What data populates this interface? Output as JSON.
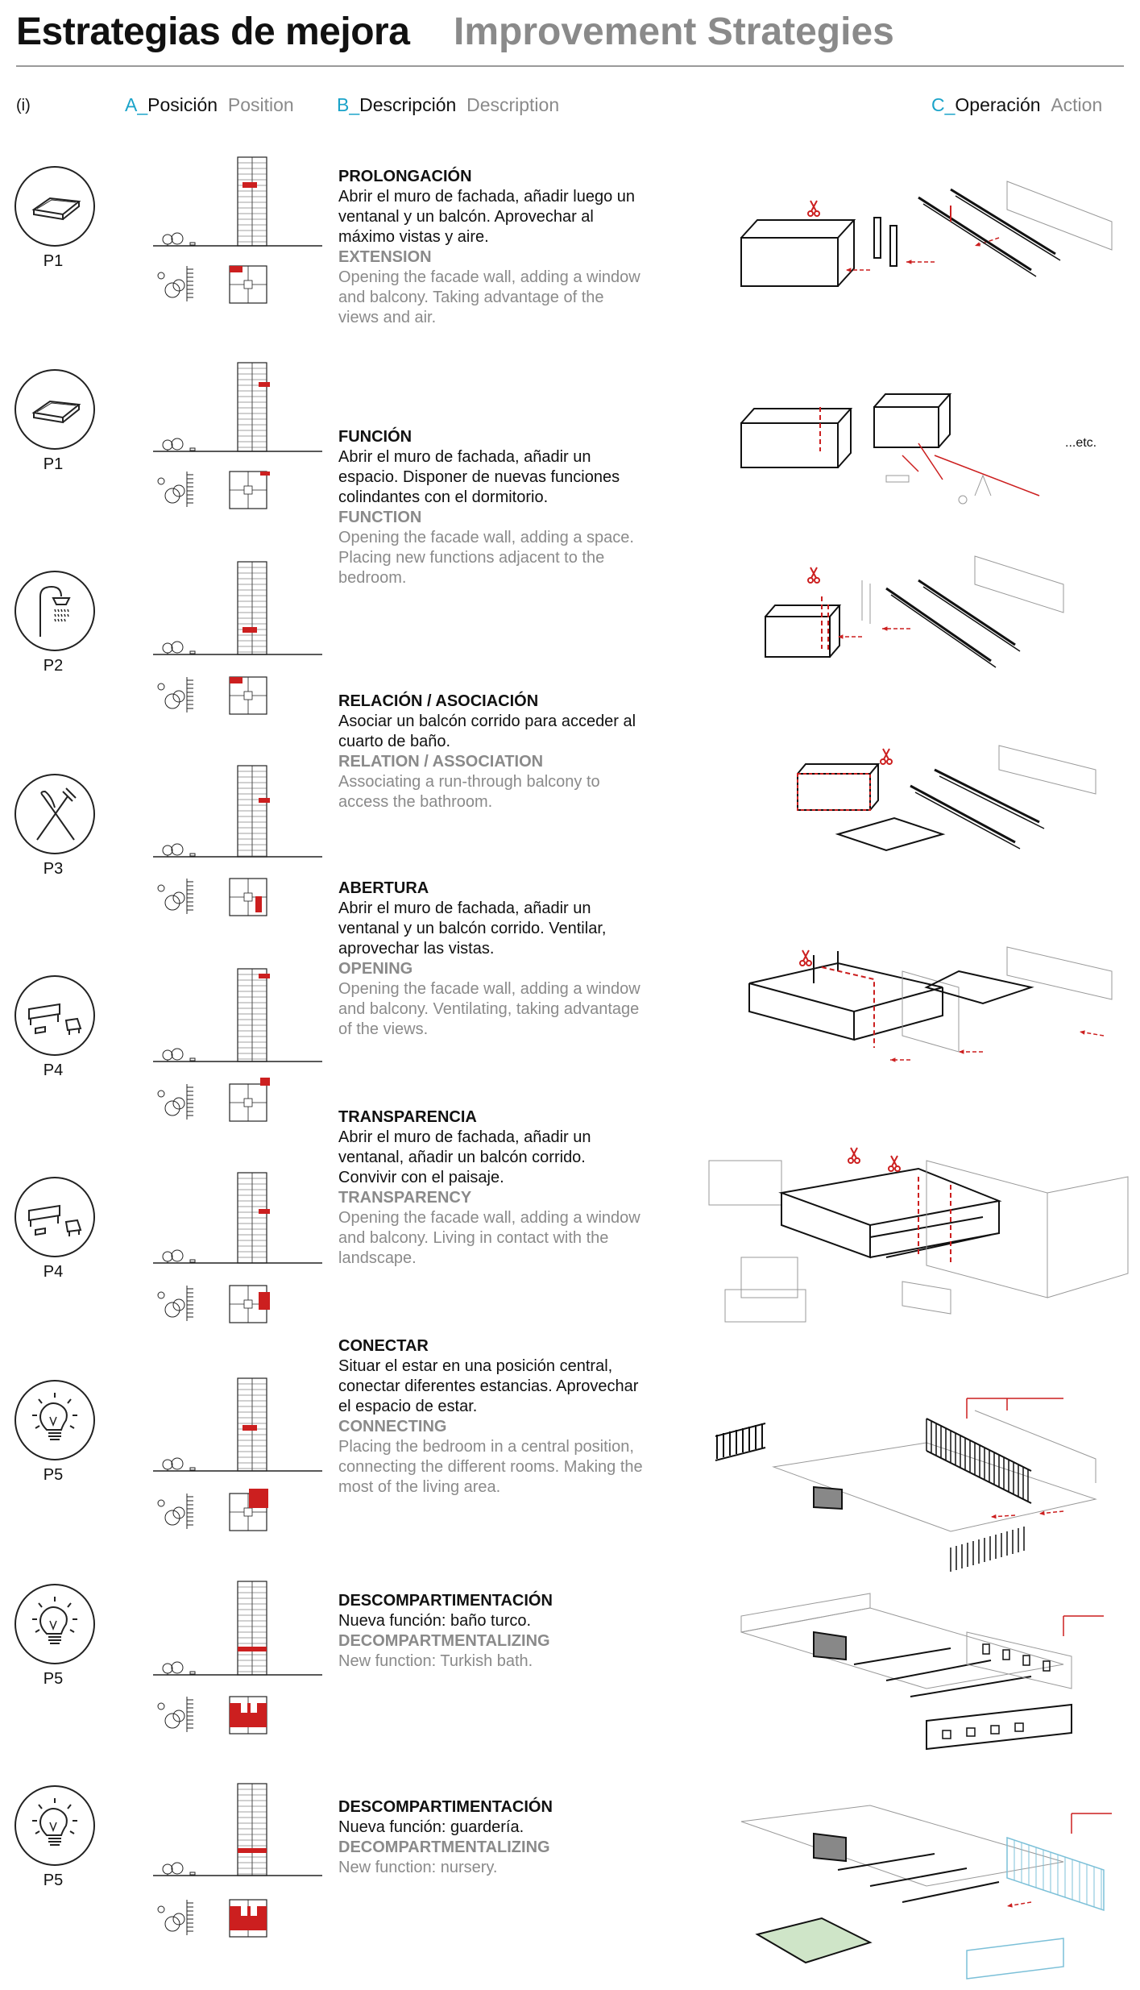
{
  "header": {
    "title_es": "Estrategias de mejora",
    "title_en": "Improvement Strategies"
  },
  "columns": {
    "index_label": "(i)",
    "a_letter": "A_",
    "a_es": "Posición",
    "a_en": "Position",
    "b_letter": "B_",
    "b_es": "Descripción",
    "b_en": "Description",
    "c_letter": "C_",
    "c_es": "Operación",
    "c_en": "Action"
  },
  "colors": {
    "accent": "#1aa3c9",
    "highlight": "#cc1f1f",
    "muted": "#8a8a8a"
  },
  "icons": [
    "bed-icon",
    "bed-icon",
    "shower-icon",
    "cutlery-icon",
    "lounge-furniture-icon",
    "lounge-furniture-icon",
    "lightbulb-icon",
    "lightbulb-icon",
    "lightbulb-icon"
  ],
  "pattern_labels": [
    "P1",
    "P1",
    "P2",
    "P3",
    "P4",
    "P4",
    "P5",
    "P5",
    "P5"
  ],
  "strategies": [
    {
      "title_es": "PROLONGACIÓN",
      "body_es": "Abrir el muro de fachada, añadir luego un ventanal y un balcón. Aprovechar al máximo vistas y aire.",
      "title_en": "EXTENSION",
      "body_en": "Opening the facade wall, adding a window and balcony. Taking advantage of the views and air."
    },
    {
      "title_es": "FUNCIÓN",
      "body_es": "Abrir el muro de fachada, añadir un espacio. Disponer de nuevas funciones colindantes con el dormitorio.",
      "title_en": "FUNCTION",
      "body_en": "Opening the facade wall, adding a space. Placing new functions adjacent to the bedroom."
    },
    {
      "title_es": "RELACIÓN / ASOCIACIÓN",
      "body_es": "Asociar un balcón corrido para acceder al cuarto de baño.",
      "title_en": "RELATION / ASSOCIATION",
      "body_en": "Associating a run-through balcony to access the bathroom."
    },
    {
      "title_es": "ABERTURA",
      "body_es": "Abrir el muro de fachada, añadir un ventanal y un balcón corrido. Ventilar, aprovechar las vistas.",
      "title_en": "OPENING",
      "body_en": "Opening the facade wall, adding a window and balcony. Ventilating, taking advantage of the views."
    },
    {
      "title_es": "TRANSPARENCIA",
      "body_es": "Abrir el muro de fachada, añadir un ventanal, añadir un balcón corrido. Convivir con el paisaje.",
      "title_en": "TRANSPARENCY",
      "body_en": "Opening the facade wall, adding a window and balcony. Living in contact with the landscape."
    },
    {
      "title_es": "CONECTAR",
      "body_es": "Situar el estar en una posición central, conectar diferentes estancias. Aprovechar el espacio de estar.",
      "title_en": "CONNECTING",
      "body_en": "Placing the bedroom in a central position, connecting the different rooms. Making the most of the living area."
    },
    {
      "title_es": "DESCOMPARTIMENTACIÓN",
      "body_es": "Nueva función: baño turco.",
      "title_en": "DECOMPARTMENTALIZING",
      "body_en": "New function: Turkish bath."
    },
    {
      "title_es": "DESCOMPARTIMENTACIÓN",
      "body_es": "Nueva función: guardería.",
      "title_en": "DECOMPARTMENTALIZING",
      "body_en": "New function: nursery."
    }
  ],
  "etc_label": "...etc."
}
